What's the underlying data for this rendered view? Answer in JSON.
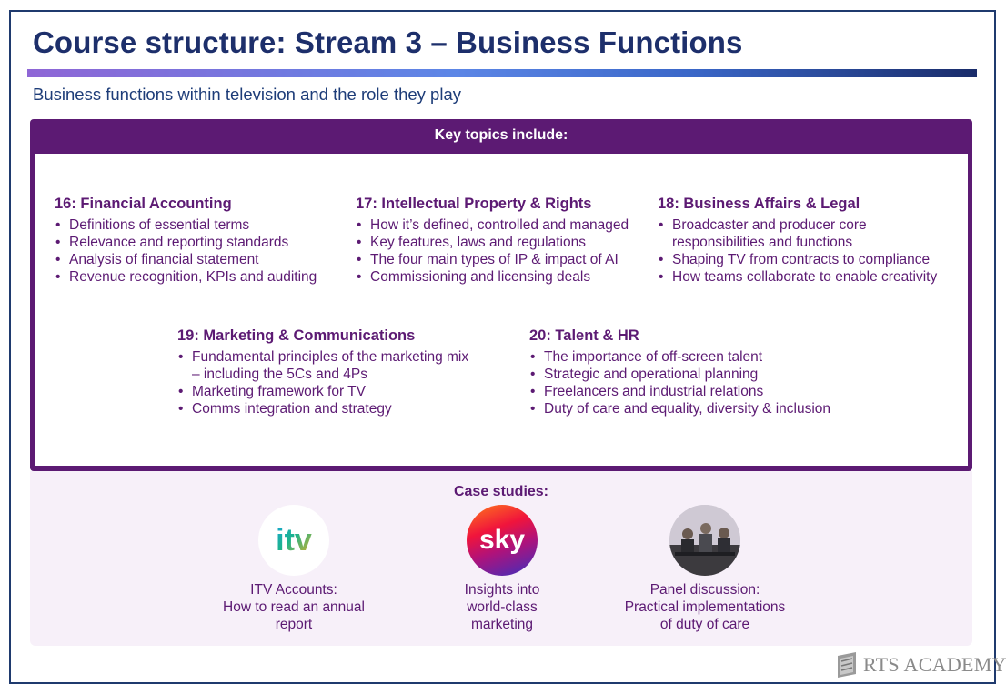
{
  "title": "Course structure: Stream 3 – Business Functions",
  "subtitle": "Business functions within television and the role they play",
  "topics_header": "Key topics include:",
  "topics": [
    {
      "heading": "16: Financial Accounting",
      "bullets": [
        "Definitions of essential terms",
        "Relevance and reporting standards",
        "Analysis of financial statement",
        "Revenue recognition, KPIs and auditing"
      ]
    },
    {
      "heading": "17: Intellectual Property & Rights",
      "bullets": [
        "How it’s defined, controlled and managed",
        "Key features, laws and regulations",
        "The four main types of IP & impact of AI",
        "Commissioning and licensing deals"
      ]
    },
    {
      "heading": "18: Business Affairs & Legal",
      "bullets": [
        "Broadcaster and producer core",
        "responsibilities and functions",
        "Shaping TV from contracts to compliance",
        "How teams collaborate to enable creativity"
      ]
    },
    {
      "heading": "19: Marketing & Communications",
      "bullets": [
        "Fundamental principles of the marketing mix",
        "– including the 5Cs and 4Ps",
        "Marketing framework for TV",
        "Comms integration and strategy"
      ]
    },
    {
      "heading": "20: Talent & HR",
      "bullets": [
        "The importance of off-screen talent",
        "Strategic and operational planning",
        "Freelancers and industrial relations",
        "Duty of care and equality, diversity & inclusion"
      ]
    }
  ],
  "case_studies": {
    "title": "Case studies:",
    "items": [
      {
        "icon": "itv-logo",
        "logo_text": "itv",
        "lines": [
          "ITV Accounts:",
          "How to read an annual",
          "report"
        ]
      },
      {
        "icon": "sky-logo",
        "logo_text": "sky",
        "lines": [
          "Insights into",
          "world-class",
          "marketing"
        ]
      },
      {
        "icon": "panel-photo",
        "lines": [
          "Panel discussion:",
          "Practical implementations",
          "of duty of care"
        ]
      }
    ]
  },
  "footer_logo": "RTS ACADEMY",
  "colors": {
    "navy": "#1d2f6b",
    "purple": "#5c1a73",
    "case_bg": "#f7f0f9"
  }
}
